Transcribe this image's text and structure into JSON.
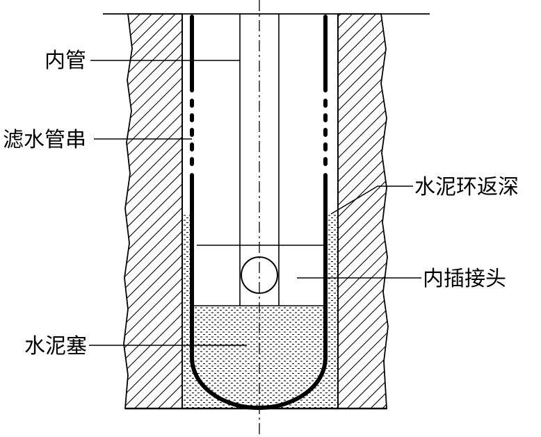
{
  "labels": {
    "inner_pipe": "内管",
    "filter_pipe_string": "滤水管串",
    "cement_ring_top": "水泥环返深",
    "inner_insert_joint": "内插接头",
    "cement_plug": "水泥塞"
  },
  "colors": {
    "line": "#000000",
    "background": "#ffffff",
    "hatch": "#000000",
    "cement_dots": "#000000"
  }
}
